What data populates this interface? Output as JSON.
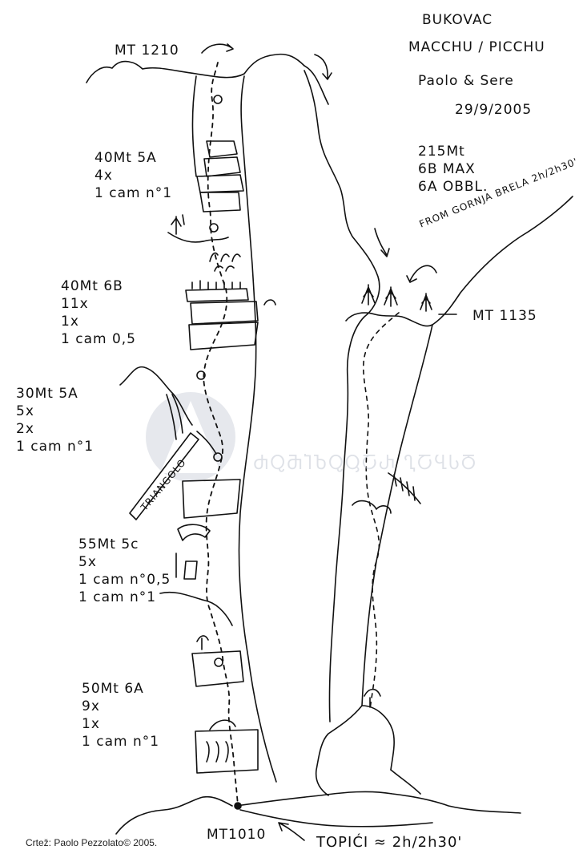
{
  "header": {
    "crag": "BUKOVAC",
    "route": "MACCHU / PICCHU",
    "authors": "Paolo & Sere",
    "date": "29/9/2005"
  },
  "summit_altitude": "MT 1210",
  "base_altitude": "MT1010",
  "forest_altitude": "MT 1135",
  "route_info": [
    "215Mt",
    "6B MAX",
    "6A OBBL."
  ],
  "descent_note": "FROM GORNJA BRELA 2h/2h30'",
  "approach_note": "TOPIĆI ≈ 2h/2h30'",
  "feature_label": "TRIANGOLO",
  "pitches": [
    {
      "length_grade": "40Mt 5A",
      "gear": [
        "4x",
        "1 cam n°1"
      ]
    },
    {
      "length_grade": "40Mt 6B",
      "gear": [
        "11x",
        "1x",
        "1 cam 0,5"
      ]
    },
    {
      "length_grade": "30Mt 5A",
      "gear": [
        "5x",
        "2x",
        "1 cam n°1"
      ]
    },
    {
      "length_grade": "55Mt 5c",
      "gear": [
        "5x",
        "1 cam n°0,5",
        "1 cam n°1"
      ]
    },
    {
      "length_grade": "50Mt 6A",
      "gear": [
        "9x",
        "1x",
        "1 cam n°1"
      ]
    }
  ],
  "credit": "Crtež: Paolo Pezzolato© 2005.",
  "watermark": "ႻႭႫႨႦႭႳႠႰ ႢႠႡႱႣ",
  "colors": {
    "ink": "#111111",
    "watermark": "#c4c9d4"
  }
}
